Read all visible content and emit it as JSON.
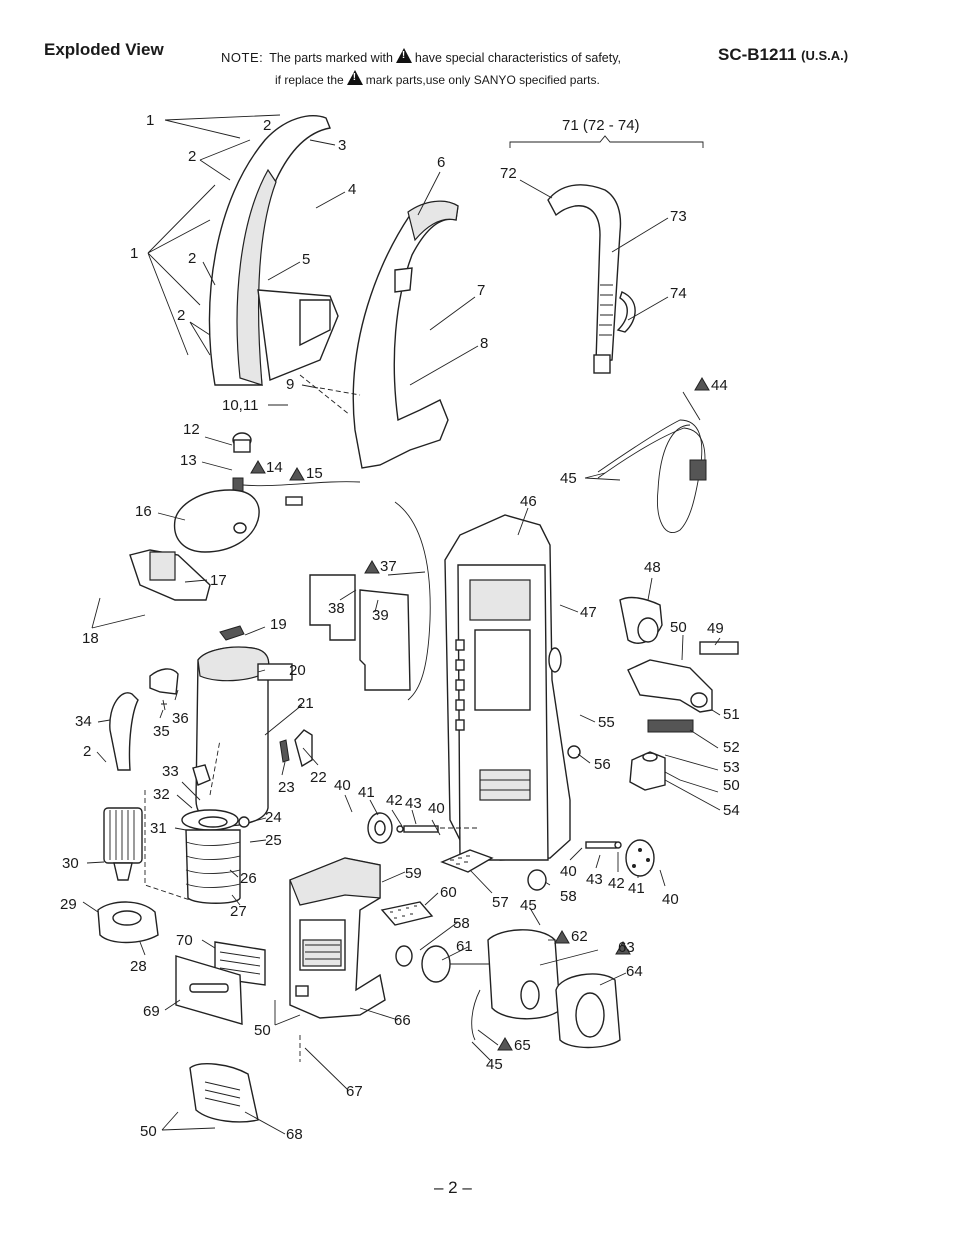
{
  "header": {
    "title": "Exploded View",
    "note_label": "NOTE:",
    "note_line1_a": "The parts marked with",
    "note_line1_b": "have special characteristics of safety,",
    "note_line2_a": "if replace the",
    "note_line2_b": "mark parts,use only SANYO specified parts.",
    "model": "SC-B1211",
    "region": "(U.S.A.)"
  },
  "page_number": "– 2 –",
  "group_label": "71 (72 - 74)",
  "callouts": [
    {
      "id": "c1a",
      "text": "1"
    },
    {
      "id": "c2a",
      "text": "2"
    },
    {
      "id": "c2b",
      "text": "2"
    },
    {
      "id": "c3",
      "text": "3"
    },
    {
      "id": "c4",
      "text": "4"
    },
    {
      "id": "c1b",
      "text": "1"
    },
    {
      "id": "c2c",
      "text": "2"
    },
    {
      "id": "c5",
      "text": "5"
    },
    {
      "id": "c2d",
      "text": "2"
    },
    {
      "id": "c6",
      "text": "6"
    },
    {
      "id": "c7",
      "text": "7"
    },
    {
      "id": "c8",
      "text": "8"
    },
    {
      "id": "c9",
      "text": "9"
    },
    {
      "id": "c1011",
      "text": "10,11"
    },
    {
      "id": "c12",
      "text": "12"
    },
    {
      "id": "c13",
      "text": "13"
    },
    {
      "id": "c14",
      "text": "14"
    },
    {
      "id": "c15",
      "text": "15"
    },
    {
      "id": "c16",
      "text": "16"
    },
    {
      "id": "c17",
      "text": "17"
    },
    {
      "id": "c18",
      "text": "18"
    },
    {
      "id": "c72",
      "text": "72"
    },
    {
      "id": "c73",
      "text": "73"
    },
    {
      "id": "c74",
      "text": "74"
    },
    {
      "id": "c44",
      "text": "44"
    },
    {
      "id": "c45a",
      "text": "45"
    },
    {
      "id": "c46",
      "text": "46"
    },
    {
      "id": "c37",
      "text": "37"
    },
    {
      "id": "c38",
      "text": "38"
    },
    {
      "id": "c39",
      "text": "39"
    },
    {
      "id": "c47",
      "text": "47"
    },
    {
      "id": "c48",
      "text": "48"
    },
    {
      "id": "c50a",
      "text": "50"
    },
    {
      "id": "c49",
      "text": "49"
    },
    {
      "id": "c19",
      "text": "19"
    },
    {
      "id": "c20",
      "text": "20"
    },
    {
      "id": "c21",
      "text": "21"
    },
    {
      "id": "c34",
      "text": "34"
    },
    {
      "id": "c36",
      "text": "36"
    },
    {
      "id": "c35",
      "text": "35"
    },
    {
      "id": "c2e",
      "text": "2"
    },
    {
      "id": "c51",
      "text": "51"
    },
    {
      "id": "c55",
      "text": "55"
    },
    {
      "id": "c52",
      "text": "52"
    },
    {
      "id": "c23",
      "text": "23"
    },
    {
      "id": "c22",
      "text": "22"
    },
    {
      "id": "c33",
      "text": "33"
    },
    {
      "id": "c56",
      "text": "56"
    },
    {
      "id": "c53",
      "text": "53"
    },
    {
      "id": "c50b",
      "text": "50"
    },
    {
      "id": "c54",
      "text": "54"
    },
    {
      "id": "c32",
      "text": "32"
    },
    {
      "id": "c40a",
      "text": "40"
    },
    {
      "id": "c41a",
      "text": "41"
    },
    {
      "id": "c42a",
      "text": "42"
    },
    {
      "id": "c43a",
      "text": "43"
    },
    {
      "id": "c40b",
      "text": "40"
    },
    {
      "id": "c24",
      "text": "24"
    },
    {
      "id": "c31",
      "text": "31"
    },
    {
      "id": "c25",
      "text": "25"
    },
    {
      "id": "c30",
      "text": "30"
    },
    {
      "id": "c26",
      "text": "26"
    },
    {
      "id": "c59",
      "text": "59"
    },
    {
      "id": "c40c",
      "text": "40"
    },
    {
      "id": "c43b",
      "text": "43"
    },
    {
      "id": "c42b",
      "text": "42"
    },
    {
      "id": "c41b",
      "text": "41"
    },
    {
      "id": "c40d",
      "text": "40"
    },
    {
      "id": "c58a",
      "text": "58"
    },
    {
      "id": "c29",
      "text": "29"
    },
    {
      "id": "c27",
      "text": "27"
    },
    {
      "id": "c60",
      "text": "60"
    },
    {
      "id": "c57",
      "text": "57"
    },
    {
      "id": "c45b",
      "text": "45"
    },
    {
      "id": "c28",
      "text": "28"
    },
    {
      "id": "c70",
      "text": "70"
    },
    {
      "id": "c58b",
      "text": "58"
    },
    {
      "id": "c62",
      "text": "62"
    },
    {
      "id": "c63",
      "text": "63"
    },
    {
      "id": "c61",
      "text": "61"
    },
    {
      "id": "c64",
      "text": "64"
    },
    {
      "id": "c69",
      "text": "69"
    },
    {
      "id": "c50c",
      "text": "50"
    },
    {
      "id": "c66",
      "text": "66"
    },
    {
      "id": "c65",
      "text": "65"
    },
    {
      "id": "c45c",
      "text": "45"
    },
    {
      "id": "c67",
      "text": "67"
    },
    {
      "id": "c50d",
      "text": "50"
    },
    {
      "id": "c68",
      "text": "68"
    }
  ]
}
